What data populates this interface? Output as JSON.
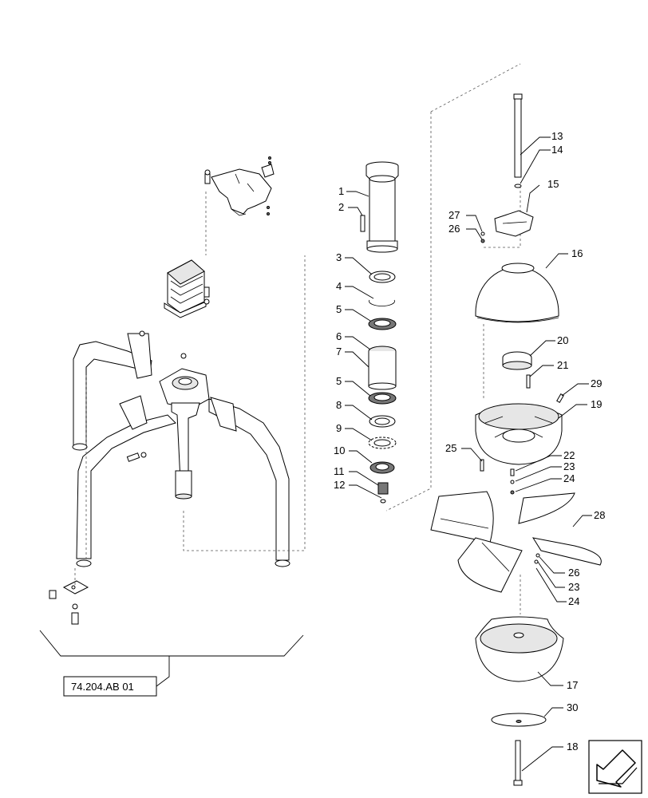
{
  "callouts": {
    "c1": "1",
    "c2": "2",
    "c3": "3",
    "c4": "4",
    "c5a": "5",
    "c6": "6",
    "c7": "7",
    "c5b": "5",
    "c8": "8",
    "c9": "9",
    "c10": "10",
    "c11": "11",
    "c12": "12",
    "c13": "13",
    "c14": "14",
    "c15": "15",
    "c16": "16",
    "c27": "27",
    "c26a": "26",
    "c20": "20",
    "c21": "21",
    "c29": "29",
    "c19": "19",
    "c25": "25",
    "c22": "22",
    "c23a": "23",
    "c24a": "24",
    "c28": "28",
    "c26b": "26",
    "c23b": "23",
    "c24b": "24",
    "c17": "17",
    "c30": "30",
    "c18": "18"
  },
  "reference": {
    "label": "74.204.AB 01"
  },
  "icons": {
    "nav": "arrow-icon"
  }
}
